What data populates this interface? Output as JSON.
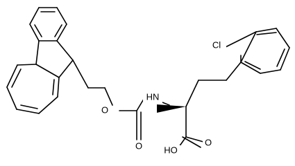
{
  "molecule": {
    "atoms": {
      "chlorine": "Cl",
      "ester_oxygen": "O",
      "amide_nitrogen": "HN",
      "carbonyl_oxygen": "O",
      "acid_oxygen": "O",
      "hydroxyl": "HO"
    }
  }
}
